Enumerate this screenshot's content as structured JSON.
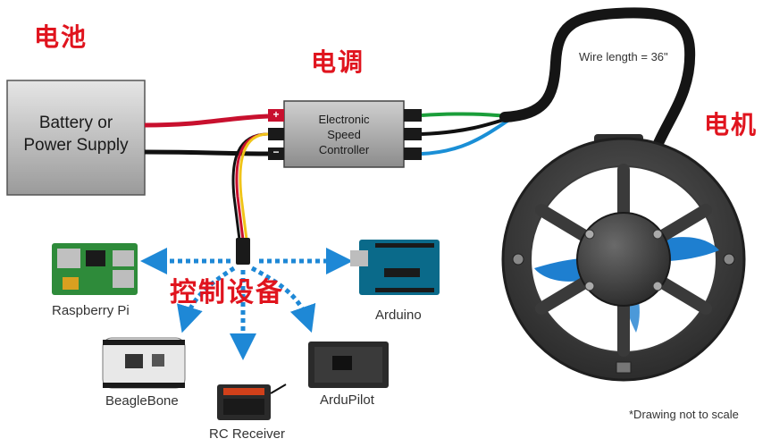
{
  "labels": {
    "battery_cn": "电池",
    "esc_cn": "电调",
    "motor_cn": "电机",
    "control_cn": "控制设备"
  },
  "battery": {
    "line1": "Battery or",
    "line2": "Power Supply"
  },
  "esc": {
    "line1": "Electronic",
    "line2": "Speed",
    "line3": "Controller",
    "plus": "+",
    "minus": "−"
  },
  "wire_note": "Wire length = 36\"",
  "scale_note": "*Drawing not to scale",
  "devices": {
    "raspberry": "Raspberry Pi",
    "arduino": "Arduino",
    "beaglebone": "BeagleBone",
    "ardupilot": "ArduPilot",
    "rc": "RC Receiver"
  },
  "colors": {
    "red_label": "#e0141e",
    "wire_red": "#c8102e",
    "wire_black": "#111111",
    "wire_green": "#1a9e3a",
    "wire_blue": "#1a8fd6",
    "wire_yellow": "#f0c419",
    "arrow_blue": "#1e88d6",
    "board_green": "#2e8b3a",
    "board_blue": "#0a6a8a",
    "motor_blade": "#1e7fd0"
  }
}
